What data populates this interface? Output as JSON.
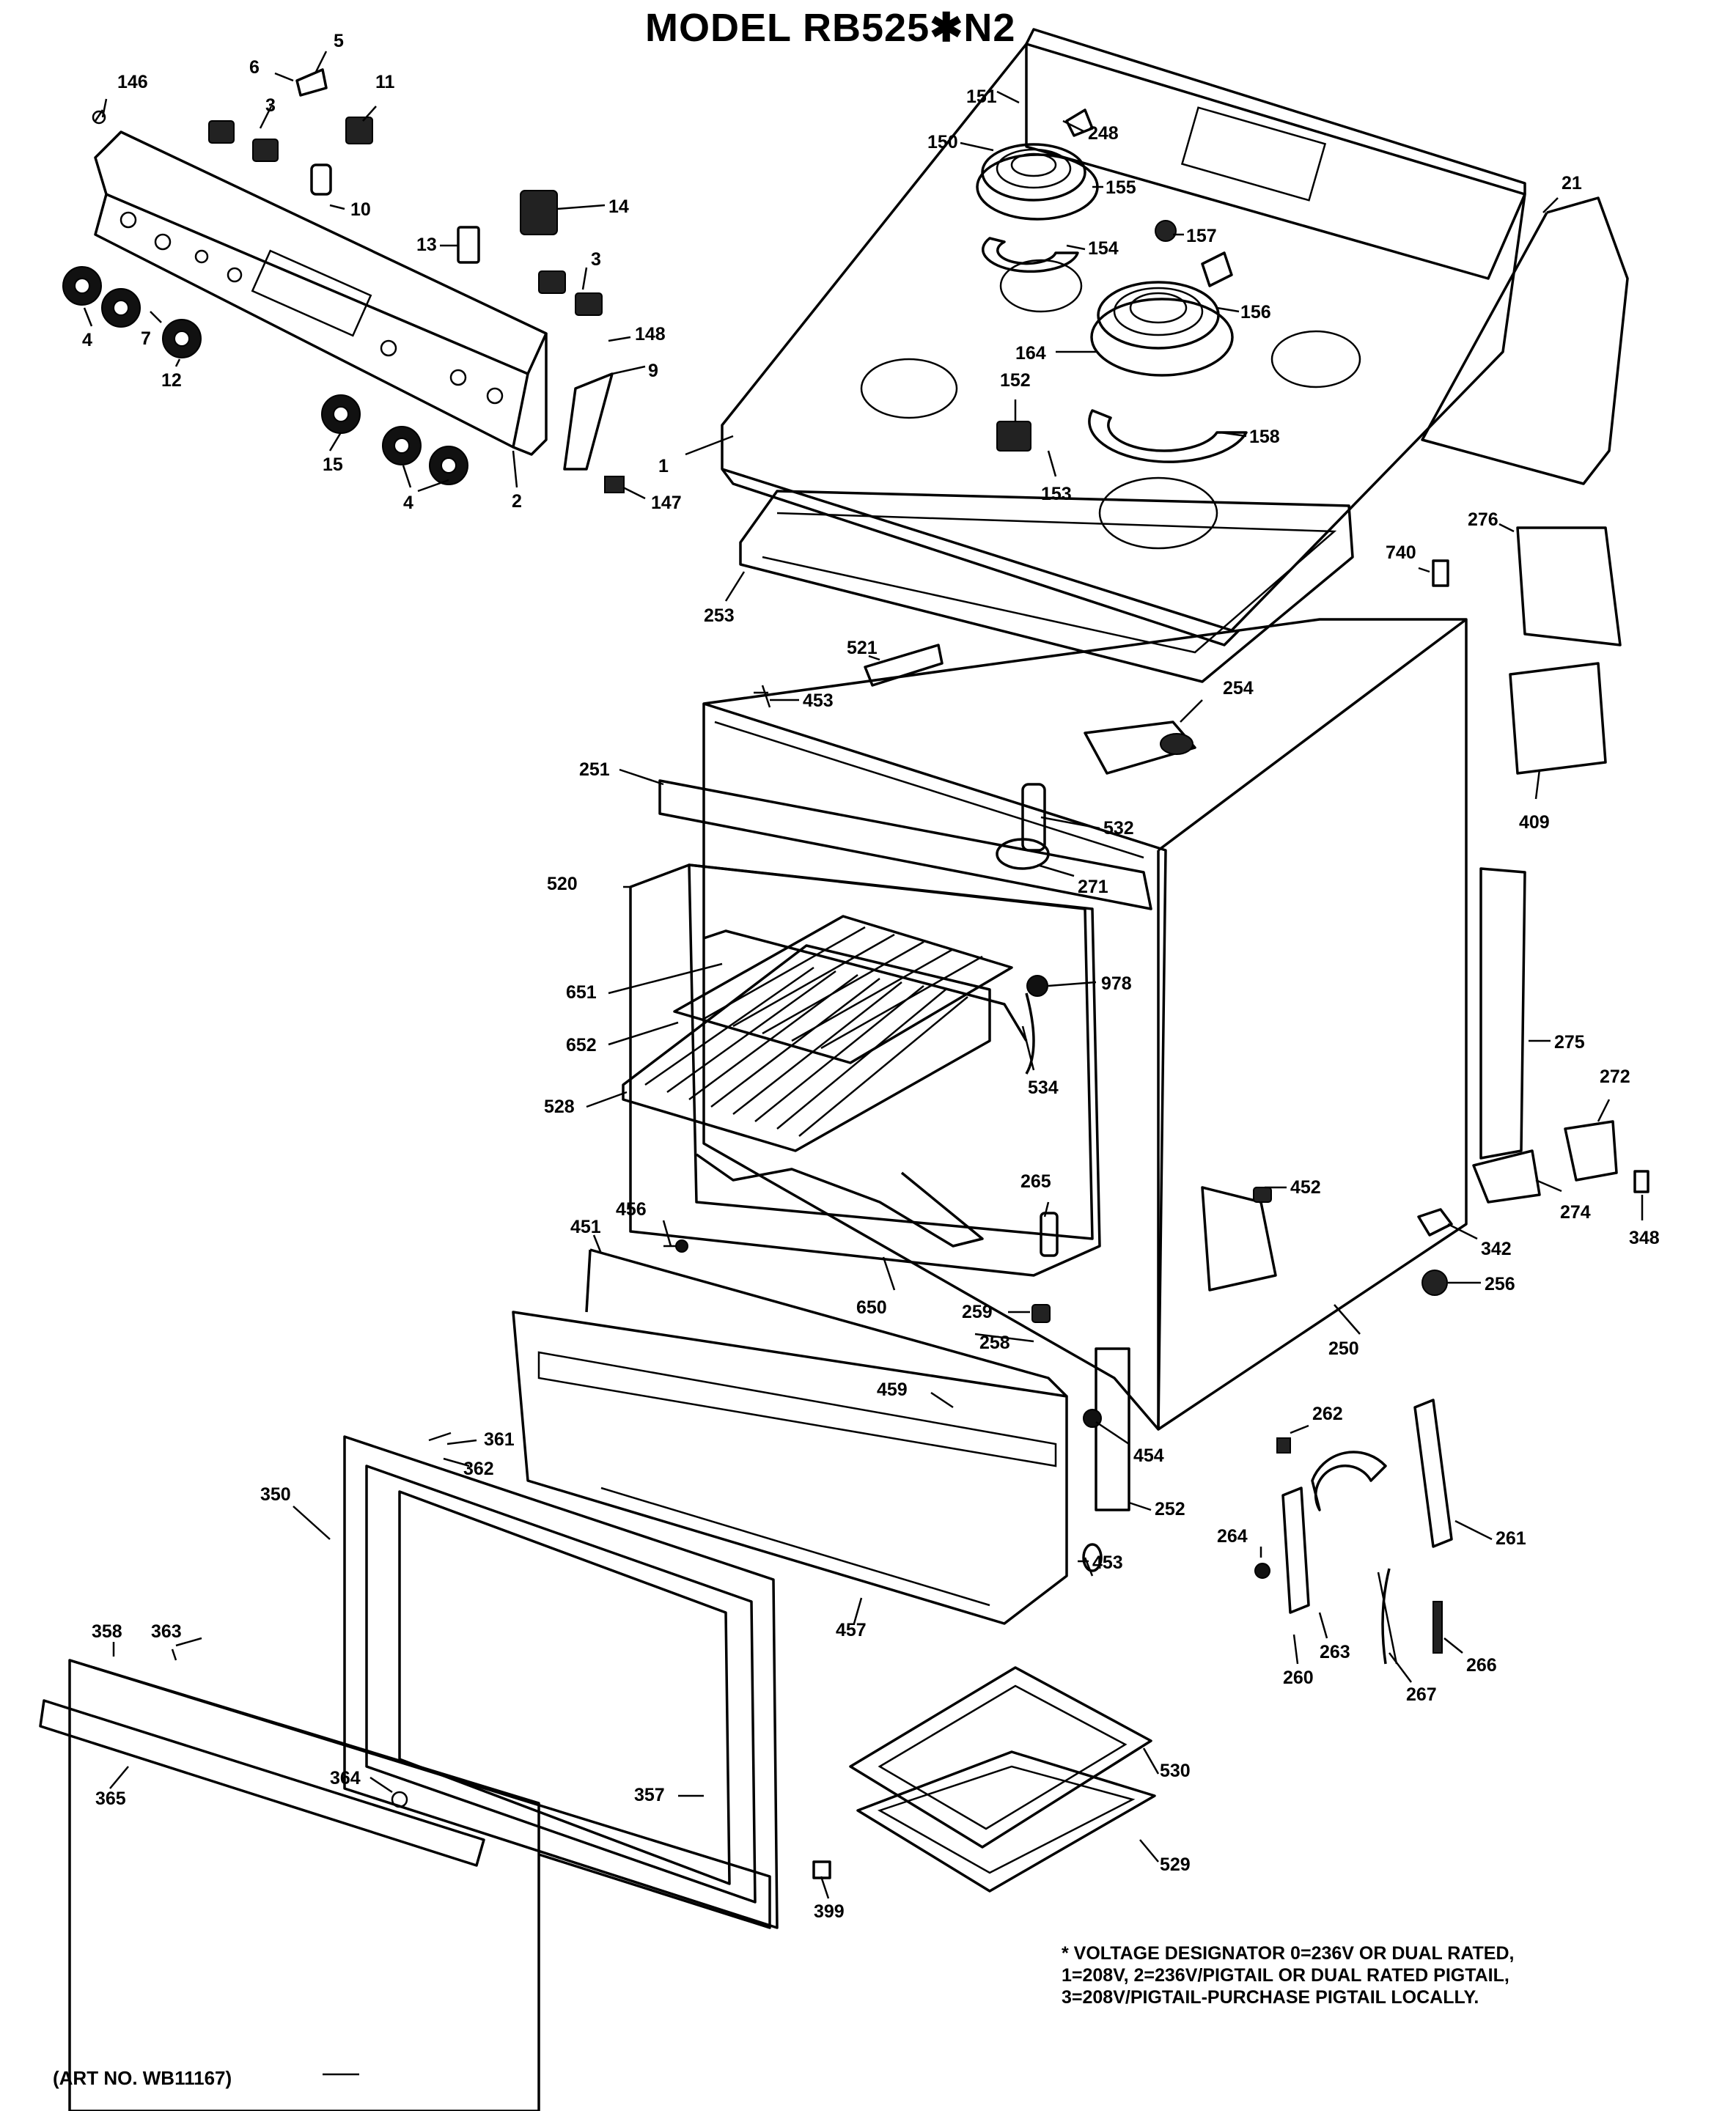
{
  "title": "MODEL RB525✱N2",
  "footnote": {
    "lines": [
      "* VOLTAGE DESIGNATOR 0=236V OR DUAL RATED,",
      "1=208V, 2=236V/PIGTAIL OR DUAL RATED PIGTAIL,",
      "3=208V/PIGTAIL-PURCHASE PIGTAIL LOCALLY."
    ]
  },
  "art_number": "(ART NO. WB11167)",
  "part_numbers": {
    "p146": "146",
    "p6": "6",
    "p5": "5",
    "p3a": "3",
    "p11": "11",
    "p10": "10",
    "p14": "14",
    "p13": "13",
    "p3b": "3",
    "p148": "148",
    "p9": "9",
    "p147": "147",
    "p4a": "4",
    "p7": "7",
    "p12": "12",
    "p15": "15",
    "p4b": "4",
    "p2": "2",
    "p1": "1",
    "p151": "151",
    "p248": "248",
    "p150": "150",
    "p155": "155",
    "p157": "157",
    "p154": "154",
    "p156": "156",
    "p164": "164",
    "p152": "152",
    "p158": "158",
    "p153": "153",
    "p21": "21",
    "p253": "253",
    "p276": "276",
    "p740": "740",
    "p521": "521",
    "p453a": "453",
    "p254": "254",
    "p409": "409",
    "p251": "251",
    "p532": "532",
    "p520": "520",
    "p271": "271",
    "p978": "978",
    "p651": "651",
    "p652": "652",
    "p534": "534",
    "p528": "528",
    "p275": "275",
    "p272": "272",
    "p265": "265",
    "p452": "452",
    "p274": "274",
    "p348": "348",
    "p456": "456",
    "p451": "451",
    "p342": "342",
    "p256": "256",
    "p650": "650",
    "p259": "259",
    "p258": "258",
    "p250": "250",
    "p459": "459",
    "p454": "454",
    "p262": "262",
    "p361": "361",
    "p362": "362",
    "p350": "350",
    "p252": "252",
    "p261": "261",
    "p264": "264",
    "p453b": "453",
    "p457": "457",
    "p263": "263",
    "p266": "266",
    "p260": "260",
    "p267": "267",
    "p358": "358",
    "p363": "363",
    "p530": "530",
    "p365": "365",
    "p364": "364",
    "p357": "357",
    "p529": "529",
    "p399": "399"
  }
}
